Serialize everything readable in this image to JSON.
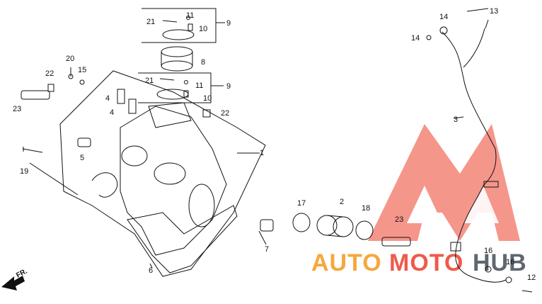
{
  "callouts": {
    "c13": "13",
    "c14a": "14",
    "c14b": "14",
    "c11a": "11",
    "c21a": "21",
    "c10a": "10",
    "c9a": "9",
    "c8": "8",
    "c20": "20",
    "c15": "15",
    "c22a": "22",
    "c21b": "21",
    "c11b": "11",
    "c10b": "10",
    "c9b": "9",
    "c23a": "23",
    "c4a": "4",
    "c4b": "4",
    "c22b": "22",
    "c3": "3",
    "c1": "1",
    "c5": "5",
    "c19": "19",
    "c17": "17",
    "c2": "2",
    "c18": "18",
    "c23b": "23",
    "c7": "7",
    "c6": "6",
    "c16a": "16",
    "c16b": "16",
    "c12": "12"
  },
  "direction_label": "FR.",
  "watermark": {
    "auto": "AUTO",
    "moto": "MOTO",
    "hub": "HUB"
  },
  "colors": {
    "watermark_red": "#f05a4a",
    "watermark_orange": "#f7a73c",
    "watermark_gray": "#5f6870",
    "line": "#111111"
  }
}
